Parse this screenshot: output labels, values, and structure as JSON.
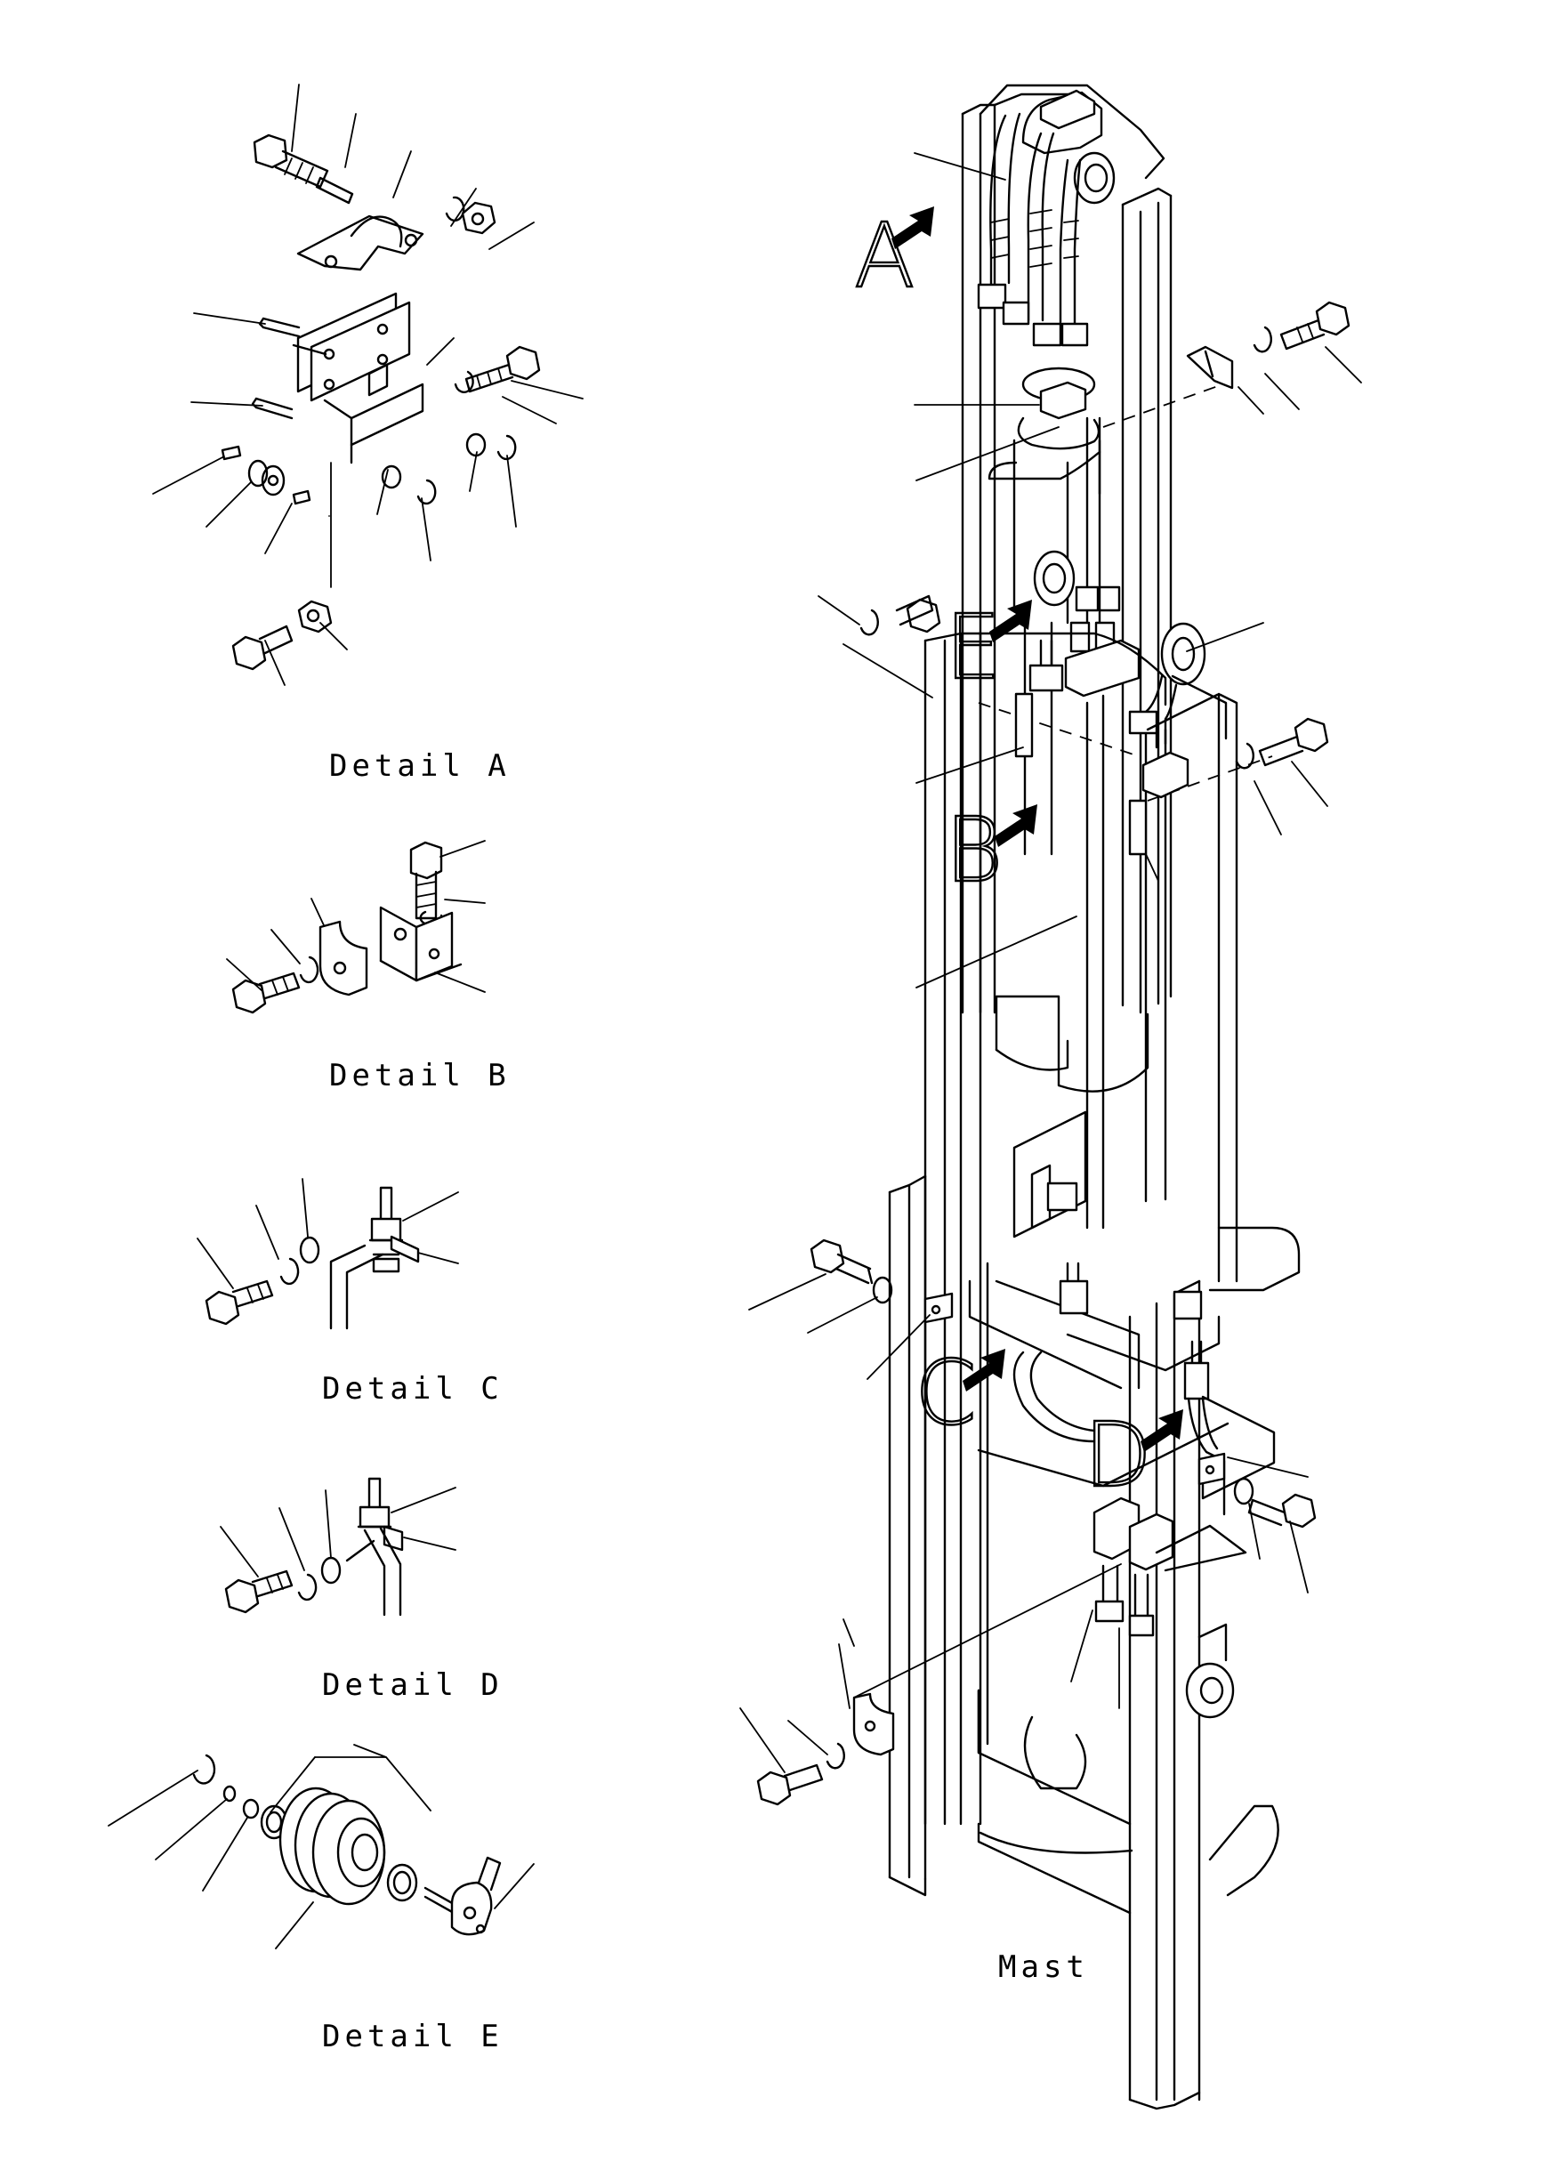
{
  "captions": {
    "detail_a": "Detail A",
    "detail_b": "Detail B",
    "detail_c": "Detail C",
    "detail_d": "Detail D",
    "detail_e": "Detail E",
    "mast": "Mast"
  },
  "view_letters": {
    "a": "A",
    "b": "B",
    "c": "C",
    "d": "D",
    "e": "E"
  }
}
